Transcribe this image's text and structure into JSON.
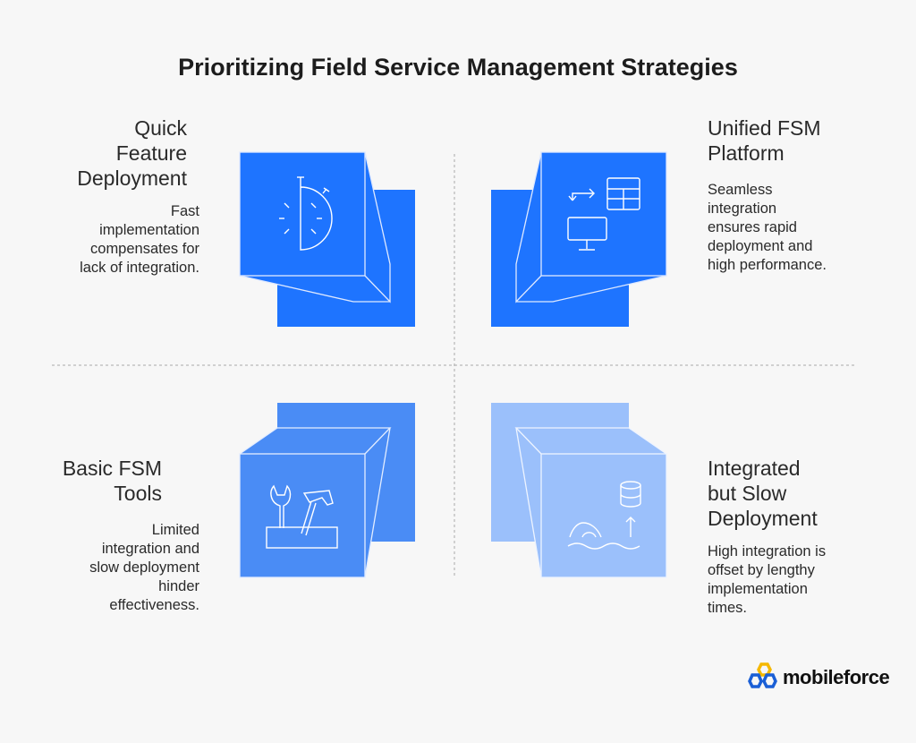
{
  "title": "Prioritizing Field Service Management Strategies",
  "quadrants": [
    {
      "title_lines": [
        "Quick",
        "Feature",
        "Deployment"
      ],
      "desc_lines": [
        "Fast",
        "implementation",
        "compensates for",
        "lack of integration."
      ],
      "icon": "stopwatch-icon"
    },
    {
      "title_lines": [
        "Unified FSM",
        "Platform"
      ],
      "desc_lines": [
        "Seamless",
        "integration",
        "ensures rapid",
        "deployment and",
        "high performance."
      ],
      "icon": "sync-table-monitor-icon"
    },
    {
      "title_lines": [
        "Basic FSM",
        "Tools"
      ],
      "desc_lines": [
        "Limited",
        "integration and",
        "slow deployment",
        "hinder",
        "effectiveness."
      ],
      "icon": "toolbox-icon"
    },
    {
      "title_lines": [
        "Integrated",
        "but Slow",
        "Deployment"
      ],
      "desc_lines": [
        "High integration is",
        "offset by lengthy",
        "implementation",
        "times."
      ],
      "icon": "database-gear-icon"
    }
  ],
  "colors": {
    "strong": "#1e74ff",
    "medium": "#4a8cf5",
    "light": "#9bc0fb"
  },
  "logo": {
    "text": "mobileforce"
  }
}
